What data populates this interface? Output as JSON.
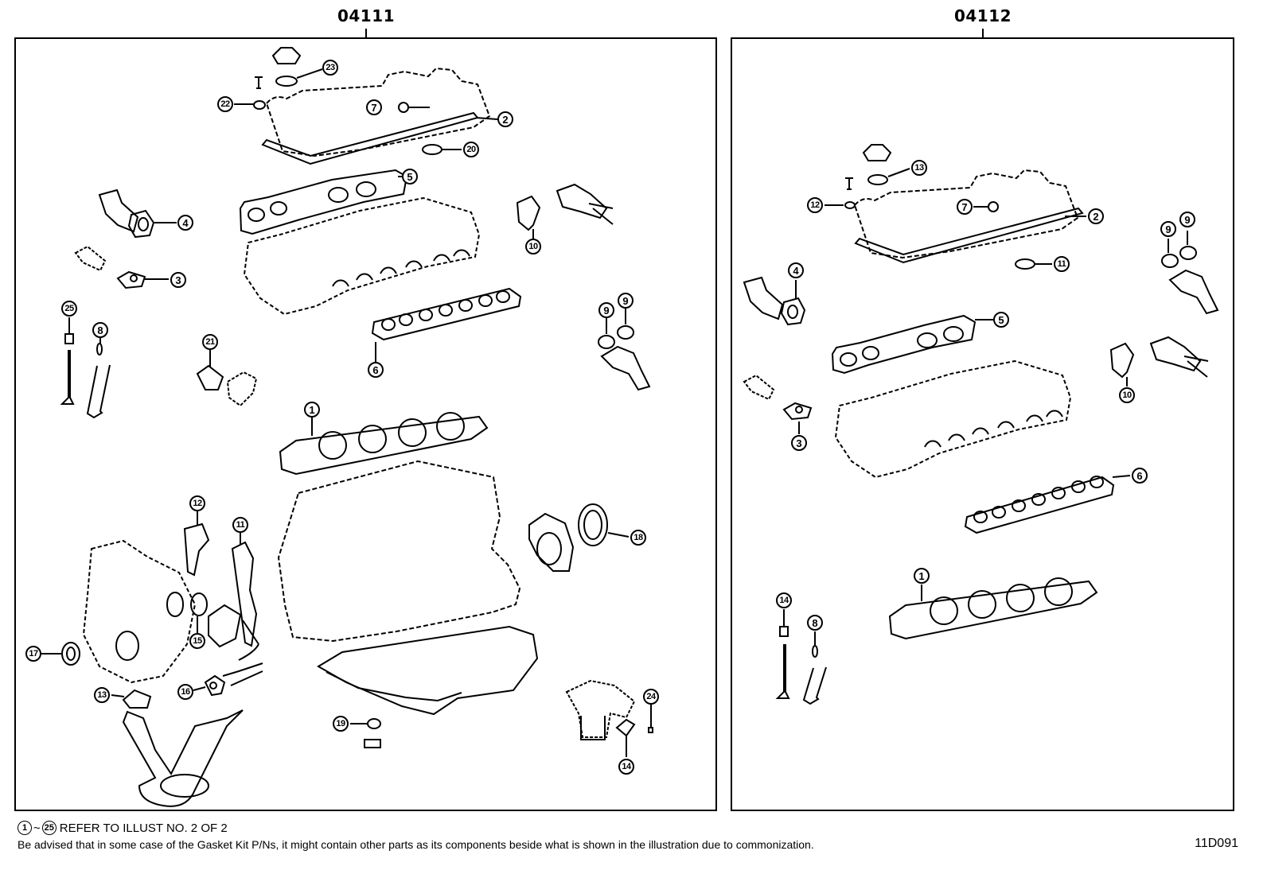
{
  "panels": [
    {
      "code": "04111"
    },
    {
      "code": "04112"
    }
  ],
  "callouts_left": [
    "23",
    "22",
    "7",
    "2",
    "20",
    "5",
    "4",
    "10",
    "3",
    "25",
    "8",
    "21",
    "6",
    "9",
    "9",
    "1",
    "12",
    "11",
    "18",
    "15",
    "17",
    "16",
    "13",
    "19",
    "24",
    "14"
  ],
  "callouts_right": [
    "13",
    "12",
    "7",
    "2",
    "9",
    "9",
    "11",
    "4",
    "5",
    "3",
    "10",
    "6",
    "1",
    "14",
    "8"
  ],
  "footer": {
    "range_start": "1",
    "range_tilde": "~",
    "range_end": "25",
    "reference_text": "REFER TO ILLUST NO. 2 OF 2",
    "advice_text": "Be advised that in some case of the Gasket Kit P/Ns,  it might contain other parts as its components beside what is shown in the illustration due to commonization.",
    "illustration_code": "11D091"
  }
}
